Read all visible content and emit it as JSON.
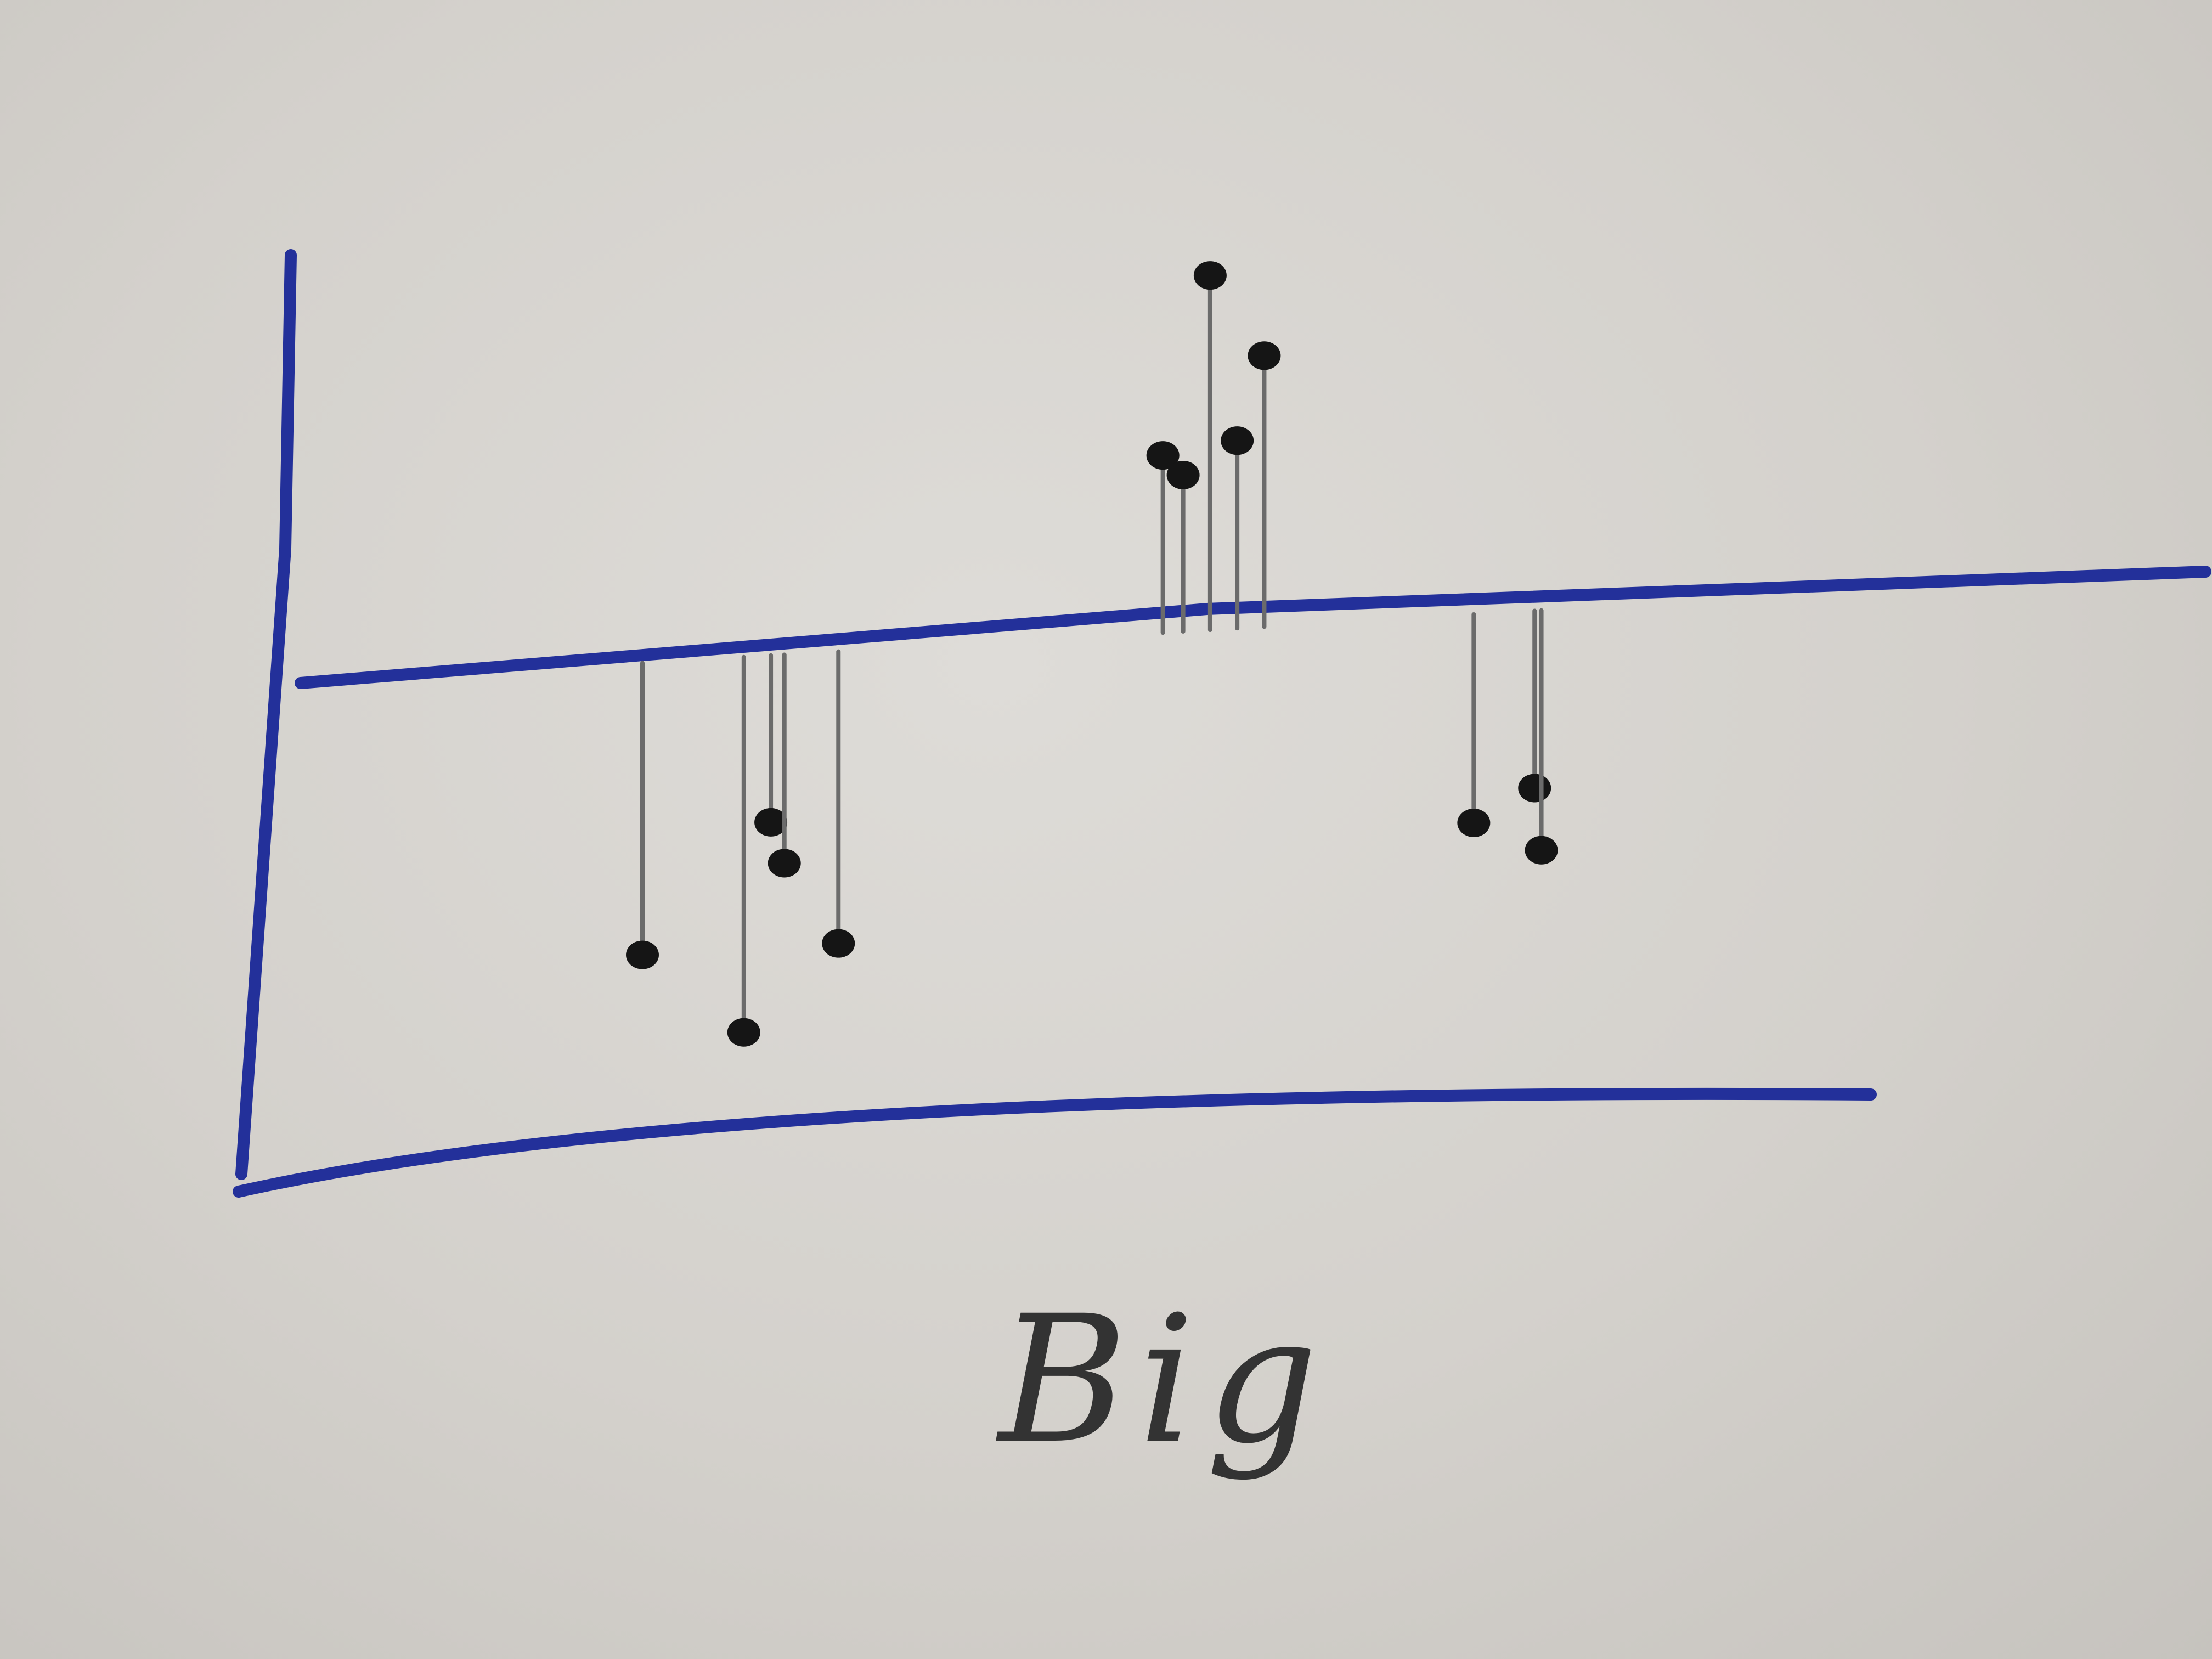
{
  "chart_data": {
    "type": "lollipop",
    "title": "",
    "xlabel": "Big",
    "ylabel": "",
    "grid": false,
    "legend": "none",
    "baseline": 0,
    "ylim": [
      -4.5,
      4.5
    ],
    "xlim": [
      0,
      25
    ],
    "points": [
      {
        "x": 5.0,
        "y": -2.8
      },
      {
        "x": 6.5,
        "y": -3.6
      },
      {
        "x": 6.9,
        "y": -1.6
      },
      {
        "x": 7.1,
        "y": -2.0
      },
      {
        "x": 7.9,
        "y": -2.8
      },
      {
        "x": 12.7,
        "y": 1.7
      },
      {
        "x": 13.0,
        "y": 1.5
      },
      {
        "x": 13.4,
        "y": 3.4
      },
      {
        "x": 13.8,
        "y": 1.8
      },
      {
        "x": 14.2,
        "y": 2.6
      },
      {
        "x": 17.3,
        "y": -2.0
      },
      {
        "x": 18.2,
        "y": -1.7
      },
      {
        "x": 18.3,
        "y": -2.3
      }
    ],
    "colors": {
      "axes": "#23309a",
      "stems": "#6b6b6b",
      "points": "#151515"
    }
  }
}
